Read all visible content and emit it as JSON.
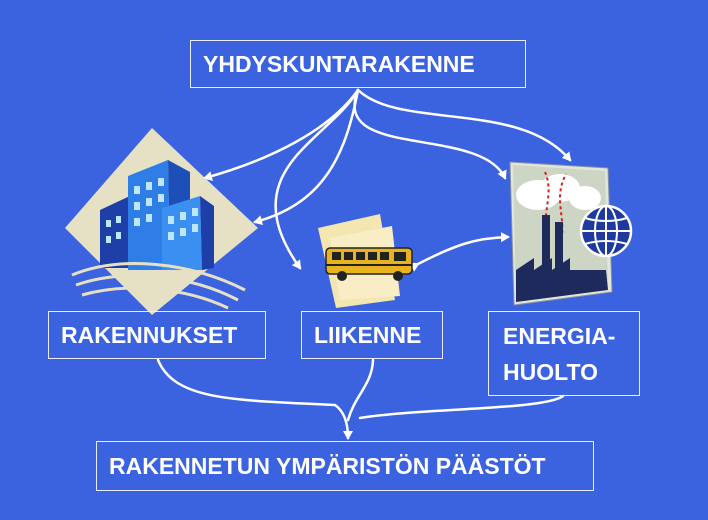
{
  "nodes": {
    "top": "YHDYSKUNTARAKENNE",
    "buildings": "RAKENNUKSET",
    "traffic": "LIIKENNE",
    "energy_line1": "ENERGIA-",
    "energy_line2": "HUOLTO",
    "bottom": "RAKENNETUN YMPÄRISTÖN PÄÄSTÖT"
  },
  "colors": {
    "background": "#3b63e0",
    "box_border": "#e8eeff",
    "text": "#ffffff",
    "arrows": "#ffffff"
  },
  "icons": [
    "office-buildings-icon",
    "school-bus-icon",
    "power-plant-icon",
    "globe-icon"
  ]
}
